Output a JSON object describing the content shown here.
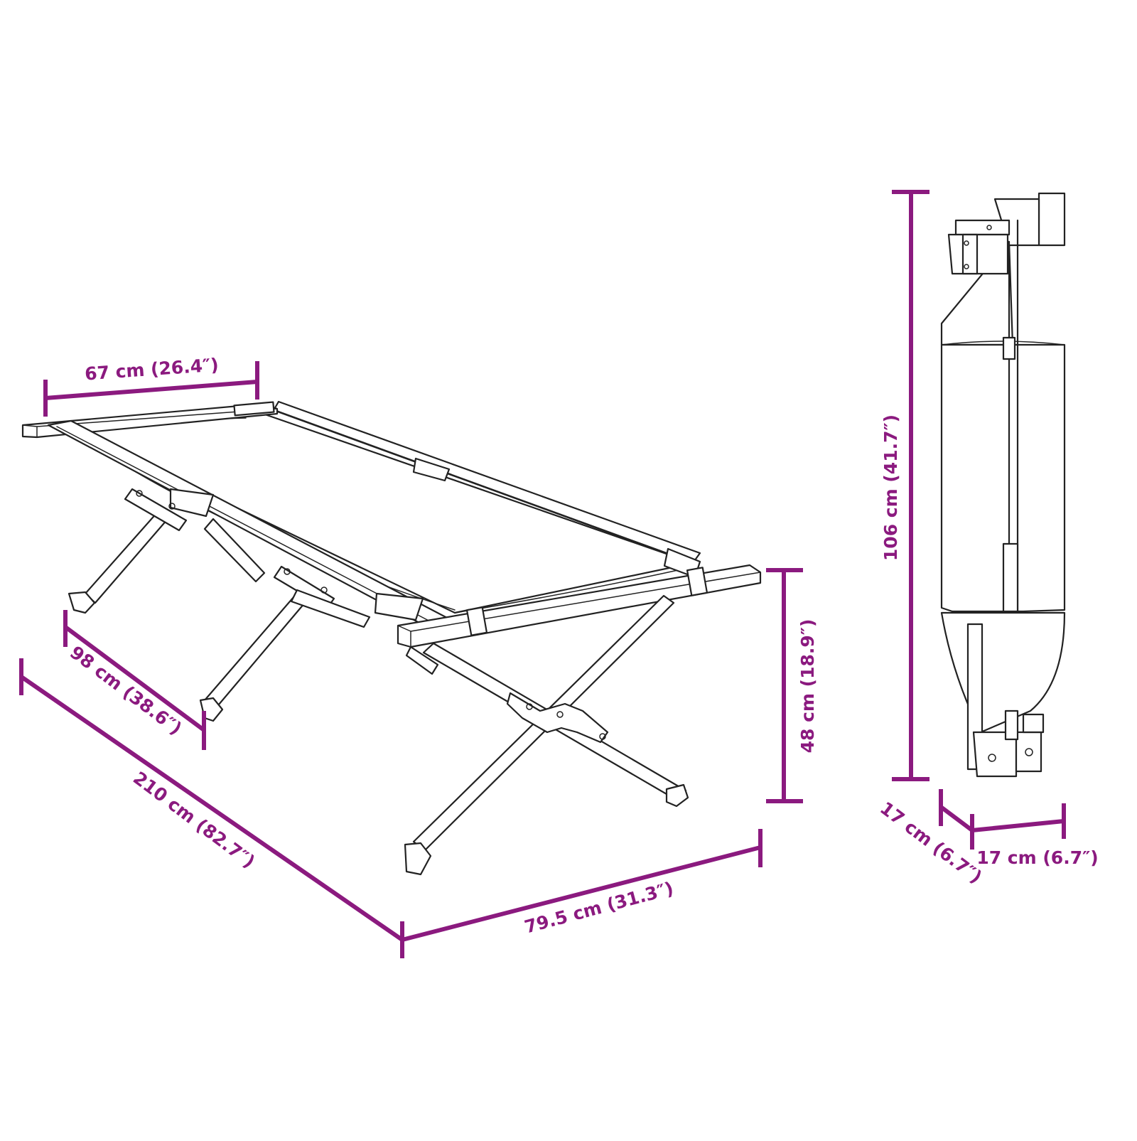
{
  "colors": {
    "dimension": "#8b1a7f",
    "outline": "#222222",
    "background": "#ffffff"
  },
  "dimensions": {
    "top_width": "67 cm (26.4″)",
    "leg_spread": "98 cm (38.6″)",
    "length": "210 cm (82.7″)",
    "width": "79.5 cm (31.3″)",
    "height": "48 cm (18.9″)",
    "folded_length": "106 cm (41.7″)",
    "folded_depth": "17 cm (6.7″)",
    "folded_width": "17 cm (6.7″)"
  }
}
